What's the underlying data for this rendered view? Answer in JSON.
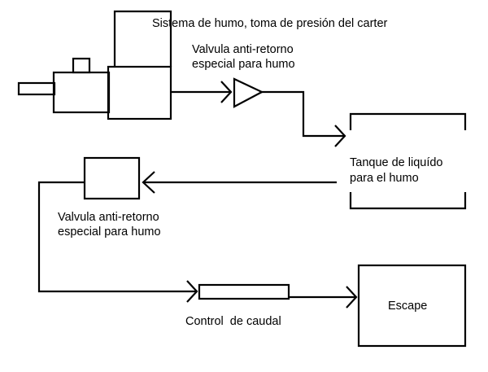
{
  "diagram": {
    "title": "Sistema de humo, toma de presión del carter",
    "valve_top_line1": "Valvula anti-retorno",
    "valve_top_line2": "especial para humo",
    "tank_line1": "Tanque de liquído",
    "tank_line2": "para el humo",
    "valve_bottom_line1": "Valvula anti-retorno",
    "valve_bottom_line2": "especial para humo",
    "flow_control": "Control  de caudal",
    "exhaust": "Escape",
    "colors": {
      "ink": "#000000",
      "background": "#ffffff"
    }
  }
}
